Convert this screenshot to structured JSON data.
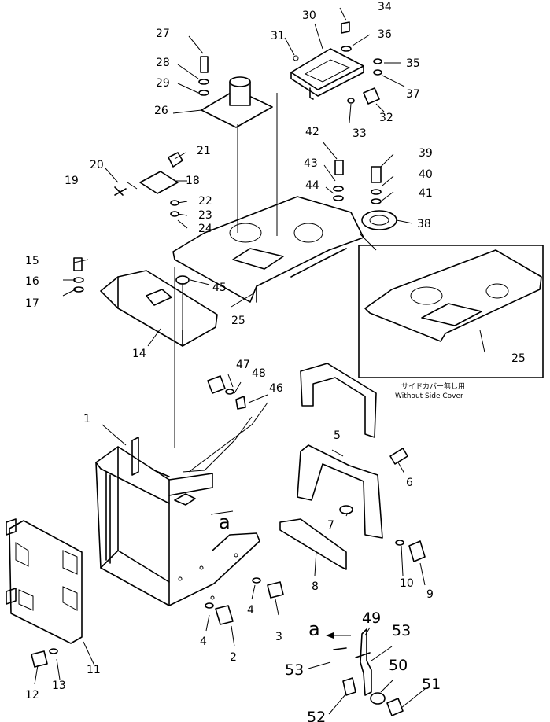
{
  "callouts": [
    {
      "id": "c1",
      "text": "1"
    },
    {
      "id": "c2",
      "text": "2"
    },
    {
      "id": "c3",
      "text": "3"
    },
    {
      "id": "c4a",
      "text": "4"
    },
    {
      "id": "c4b",
      "text": "4"
    },
    {
      "id": "c5",
      "text": "5"
    },
    {
      "id": "c6",
      "text": "6"
    },
    {
      "id": "c7",
      "text": "7"
    },
    {
      "id": "c8",
      "text": "8"
    },
    {
      "id": "c9",
      "text": "9"
    },
    {
      "id": "c10",
      "text": "10"
    },
    {
      "id": "c11",
      "text": "11"
    },
    {
      "id": "c12",
      "text": "12"
    },
    {
      "id": "c13",
      "text": "13"
    },
    {
      "id": "c14",
      "text": "14"
    },
    {
      "id": "c15",
      "text": "15"
    },
    {
      "id": "c16",
      "text": "16"
    },
    {
      "id": "c17",
      "text": "17"
    },
    {
      "id": "c18",
      "text": "18"
    },
    {
      "id": "c19",
      "text": "19"
    },
    {
      "id": "c20",
      "text": "20"
    },
    {
      "id": "c21",
      "text": "21"
    },
    {
      "id": "c22",
      "text": "22"
    },
    {
      "id": "c23",
      "text": "23"
    },
    {
      "id": "c24",
      "text": "24"
    },
    {
      "id": "c25a",
      "text": "25"
    },
    {
      "id": "c25b",
      "text": "25"
    },
    {
      "id": "c26",
      "text": "26"
    },
    {
      "id": "c27",
      "text": "27"
    },
    {
      "id": "c28",
      "text": "28"
    },
    {
      "id": "c29",
      "text": "29"
    },
    {
      "id": "c30",
      "text": "30"
    },
    {
      "id": "c31",
      "text": "31"
    },
    {
      "id": "c32",
      "text": "32"
    },
    {
      "id": "c33",
      "text": "33"
    },
    {
      "id": "c34",
      "text": "34"
    },
    {
      "id": "c35",
      "text": "35"
    },
    {
      "id": "c36",
      "text": "36"
    },
    {
      "id": "c37",
      "text": "37"
    },
    {
      "id": "c38",
      "text": "38"
    },
    {
      "id": "c39",
      "text": "39"
    },
    {
      "id": "c40",
      "text": "40"
    },
    {
      "id": "c41",
      "text": "41"
    },
    {
      "id": "c42",
      "text": "42"
    },
    {
      "id": "c43",
      "text": "43"
    },
    {
      "id": "c44",
      "text": "44"
    },
    {
      "id": "c45",
      "text": "45"
    },
    {
      "id": "c46",
      "text": "46"
    },
    {
      "id": "c47",
      "text": "47"
    },
    {
      "id": "c48",
      "text": "48"
    },
    {
      "id": "c49",
      "text": "49"
    },
    {
      "id": "c50",
      "text": "50"
    },
    {
      "id": "c51",
      "text": "51"
    },
    {
      "id": "c52",
      "text": "52"
    },
    {
      "id": "c53a",
      "text": "53"
    },
    {
      "id": "c53b",
      "text": "53"
    }
  ],
  "view_markers": {
    "a_main": "a",
    "a_detail": "a"
  },
  "inset_note": {
    "line1": "サイドカバー無し用",
    "line2": "Without Side Cover"
  }
}
